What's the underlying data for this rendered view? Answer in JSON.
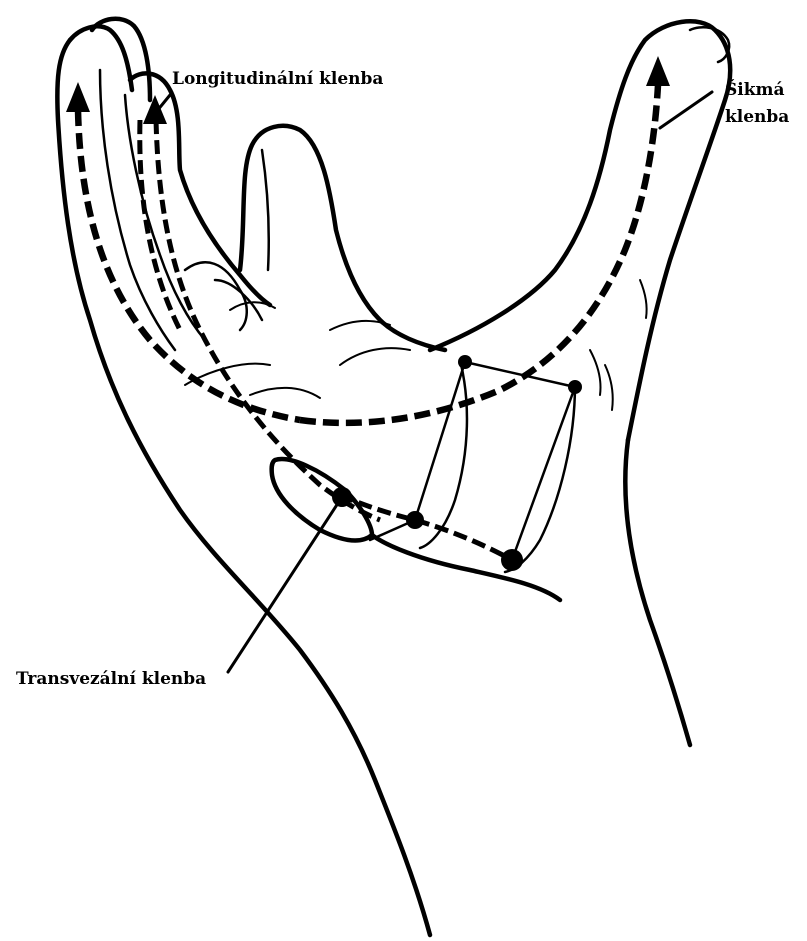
{
  "labels": {
    "longitudinal": "Longitudinální klenba",
    "oblique_line1": "Šikmá",
    "oblique_line2": "klenba",
    "transverse": "Transvezální klenba"
  },
  "colors": {
    "ink": "#000000",
    "background": "#ffffff"
  }
}
